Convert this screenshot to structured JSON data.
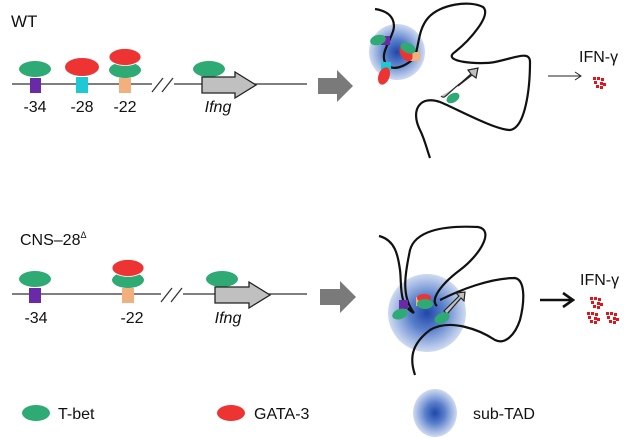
{
  "panels": {
    "wt": {
      "title": "WT",
      "sites": [
        "-34",
        "-28",
        "-22"
      ],
      "gene": "Ifng",
      "output_label": "IFN-γ"
    },
    "mutant": {
      "title": "CNS–28",
      "title_superscript": "Δ",
      "sites": [
        "-34",
        "-22"
      ],
      "gene": "Ifng",
      "output_label": "IFN-γ"
    }
  },
  "legend": {
    "items": [
      {
        "label": "T-bet",
        "icon": "green-ellipse",
        "color": "#2eaa74"
      },
      {
        "label": "GATA-3",
        "icon": "red-ellipse",
        "color": "#ee3333"
      },
      {
        "label": "sub-TAD",
        "icon": "blue-gradient-circle",
        "color": "#3a66c4"
      }
    ]
  },
  "colors": {
    "tbet": "#2eaa74",
    "gata3": "#ee3333",
    "cns34": "#6a2aa8",
    "cns28": "#1ec9d6",
    "cns22": "#f2b07e",
    "gene_arrow": "#c0c0c0",
    "process_arrow": "#7a7a7a",
    "ifng_product": "#e0141a",
    "subtad": "#3a66c4"
  }
}
